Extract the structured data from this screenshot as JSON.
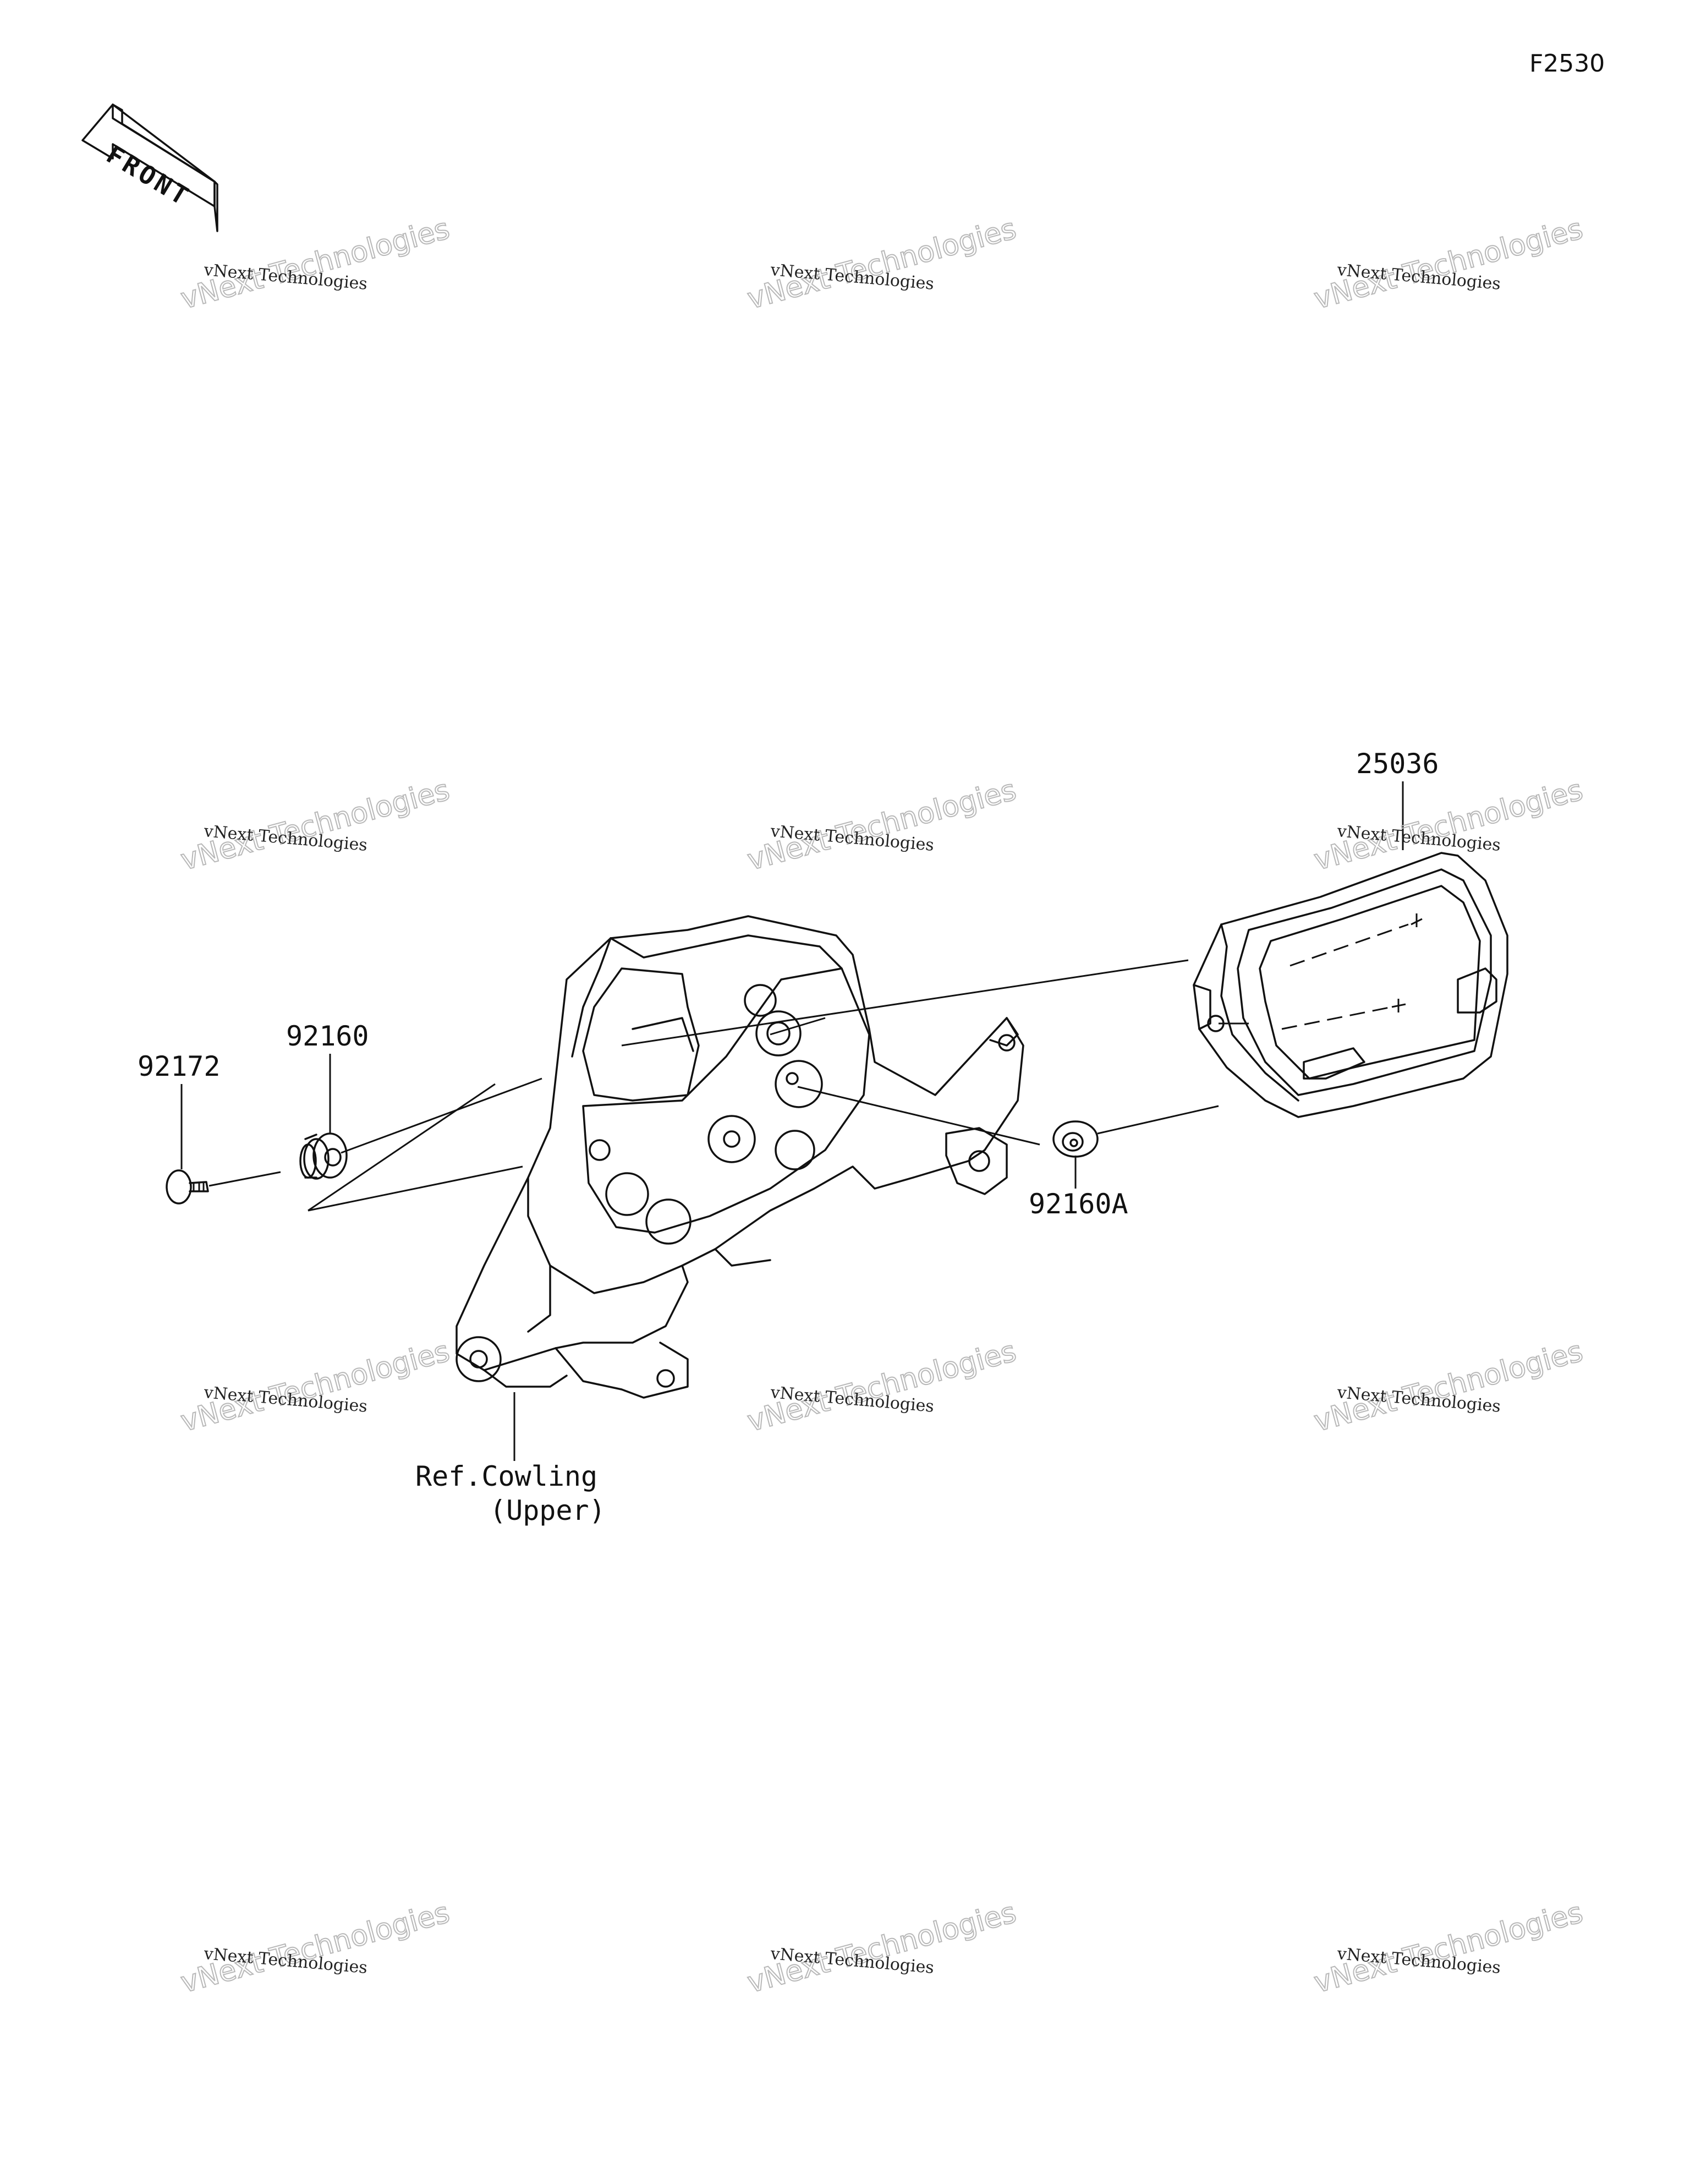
{
  "diagram": {
    "figure_code": "F2530",
    "front_label": "FRONT",
    "parts": [
      {
        "number": "25036",
        "description": ""
      },
      {
        "number": "92160",
        "description": ""
      },
      {
        "number": "92160A",
        "description": ""
      },
      {
        "number": "92172",
        "description": ""
      }
    ],
    "reference_line1": "Ref.Cowling",
    "reference_line2": "(Upper)",
    "watermark_line1": "vNext Technologies",
    "watermark_line2": "vNext Technologies"
  }
}
